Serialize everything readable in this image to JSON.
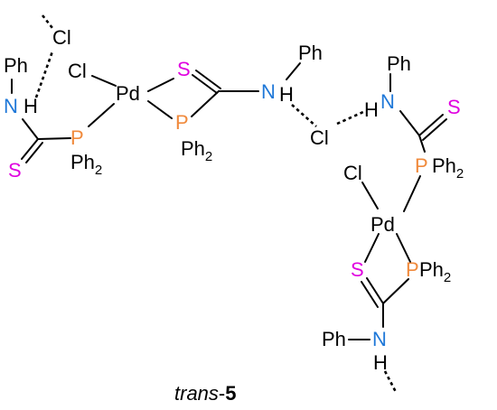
{
  "colors": {
    "S": "#e000e0",
    "P": "#f08a3c",
    "N": "#1f78d8",
    "default": "#000000"
  },
  "labels": {
    "cl_top": "Cl",
    "ph_left_top": "Ph",
    "cl_pd1": "Cl",
    "pd1": "Pd",
    "s_pd1": "S",
    "ph_mid": "Ph",
    "n_mid": "N",
    "h_mid": "H",
    "n_left": "N",
    "h_left": "H",
    "p_left": "P",
    "ph2_left": "Ph",
    "s_left": "S",
    "p_pd1": "P",
    "ph2_pd1": "Ph",
    "cl_bridge": "Cl",
    "h_right": "H",
    "n_right": "N",
    "ph_right": "Ph",
    "s_right": "S",
    "cl_pd2": "Cl",
    "p_right": "P",
    "ph2_right": "Ph",
    "pd2": "Pd",
    "s_pd2": "S",
    "p_pd2": "P",
    "ph2_pd2": "Ph",
    "ph_bottom": "Ph",
    "n_bottom": "N",
    "h_bottom": "H",
    "subscript_2": "2"
  },
  "caption": {
    "italic": "trans",
    "hyphen": "-",
    "number": "5"
  }
}
